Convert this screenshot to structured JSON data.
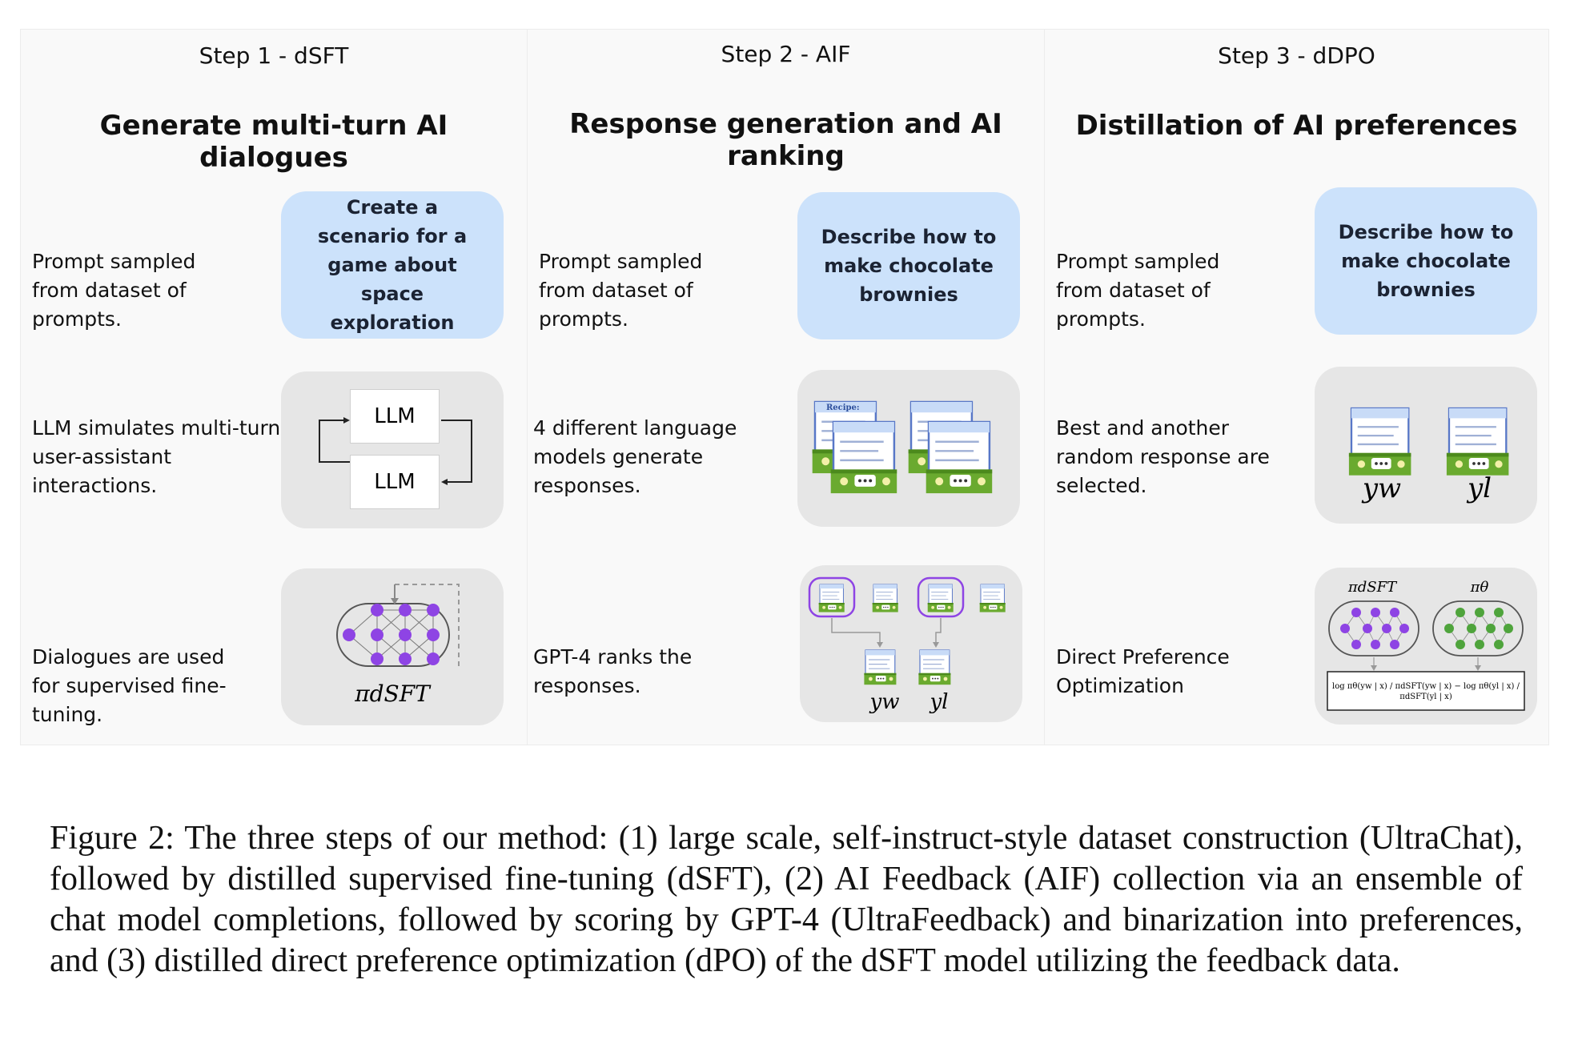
{
  "panels": [
    {
      "step": "Step 1 - dSFT",
      "heading": "Generate multi-turn AI dialogues",
      "rows": [
        {
          "desc": "Prompt sampled from dataset of prompts.",
          "box_text": "Create a scenario for a game about space exploration"
        },
        {
          "desc": "LLM simulates multi-turn user-assistant interactions.",
          "labels": [
            "LLM",
            "LLM"
          ]
        },
        {
          "desc": "Dialogues are used for supervised fine-tuning.",
          "symbol": "πdSFT"
        }
      ]
    },
    {
      "step": "Step 2 - AIF",
      "heading": "Response generation and AI ranking",
      "rows": [
        {
          "desc": "Prompt sampled from dataset of prompts.",
          "box_text": "Describe how to make chocolate brownies"
        },
        {
          "desc": "4 different language models generate responses.",
          "card_title": "Recipe:"
        },
        {
          "desc": "GPT-4 ranks the responses.",
          "labels": [
            "yw",
            "yl"
          ]
        }
      ]
    },
    {
      "step": "Step 3 - dDPO",
      "heading": "Distillation of AI preferences",
      "rows": [
        {
          "desc": "Prompt sampled from dataset of prompts.",
          "box_text": "Describe how to make chocolate brownies"
        },
        {
          "desc": "Best and another random response are selected.",
          "labels": [
            "yw",
            "yl"
          ]
        },
        {
          "desc": "Direct Preference Optimization",
          "symbols": [
            "πdSFT",
            "πθ"
          ],
          "formula": "log πθ(yw | x) / πdSFT(yw | x) − log πθ(yl | x) / πdSFT(yl | x)"
        }
      ]
    }
  ],
  "caption": "Figure 2: The three steps of our method: (1) large scale, self-instruct-style dataset construction (UltraChat), followed by distilled supervised fine-tuning (dSFT), (2) AI Feedback (AIF) collection via an ensemble of chat model completions, followed by scoring by GPT-4 (UltraFeedback) and binarization into preferences, and (3) distilled direct preference optimization (dPO) of the dSFT model utilizing the feedback data.",
  "colors": {
    "prompt_box": "#cce2fb",
    "gray_box": "#e6e6e6",
    "purple": "#8e44e4",
    "green": "#4fa43c",
    "card_blue": "#2d4f9c"
  }
}
